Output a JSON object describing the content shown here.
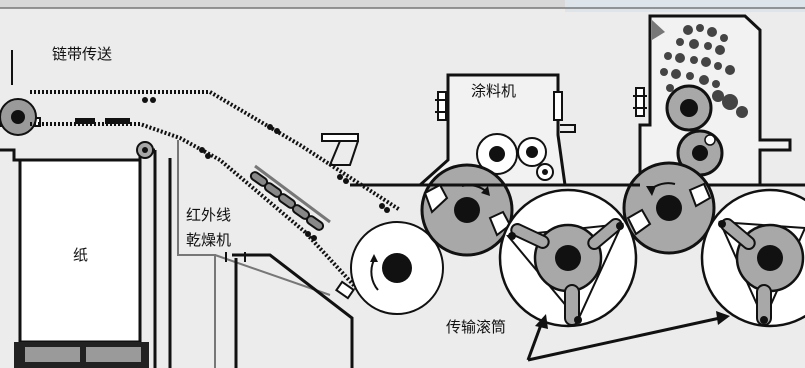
{
  "labels": {
    "chain_conveyor": "链带传送",
    "coating_unit": "涂料机",
    "infrared_dryer_line1": "红外线",
    "infrared_dryer_line2": "乾燥机",
    "paper": "纸",
    "transfer_cylinder": "传输滚筒"
  },
  "colors": {
    "background": "#ececec",
    "roller_gray": "#a8a8a8",
    "ink": "#111111",
    "frame_fill": "#f2f2f2"
  }
}
